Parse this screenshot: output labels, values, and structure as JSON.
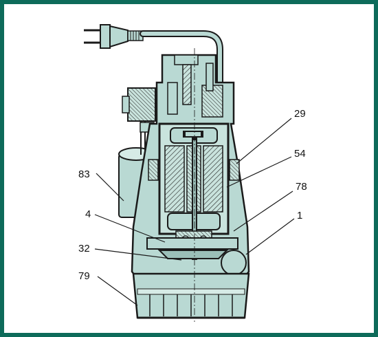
{
  "diagram": {
    "callouts": {
      "c29": "29",
      "c54": "54",
      "c78": "78",
      "c1": "1",
      "c83": "83",
      "c4": "4",
      "c32": "32",
      "c79": "79"
    }
  },
  "colors": {
    "frame": "#0d6b5a",
    "pump_fill": "#b9d9d3",
    "outline": "#1a1a1a",
    "hatch": "#222222"
  }
}
